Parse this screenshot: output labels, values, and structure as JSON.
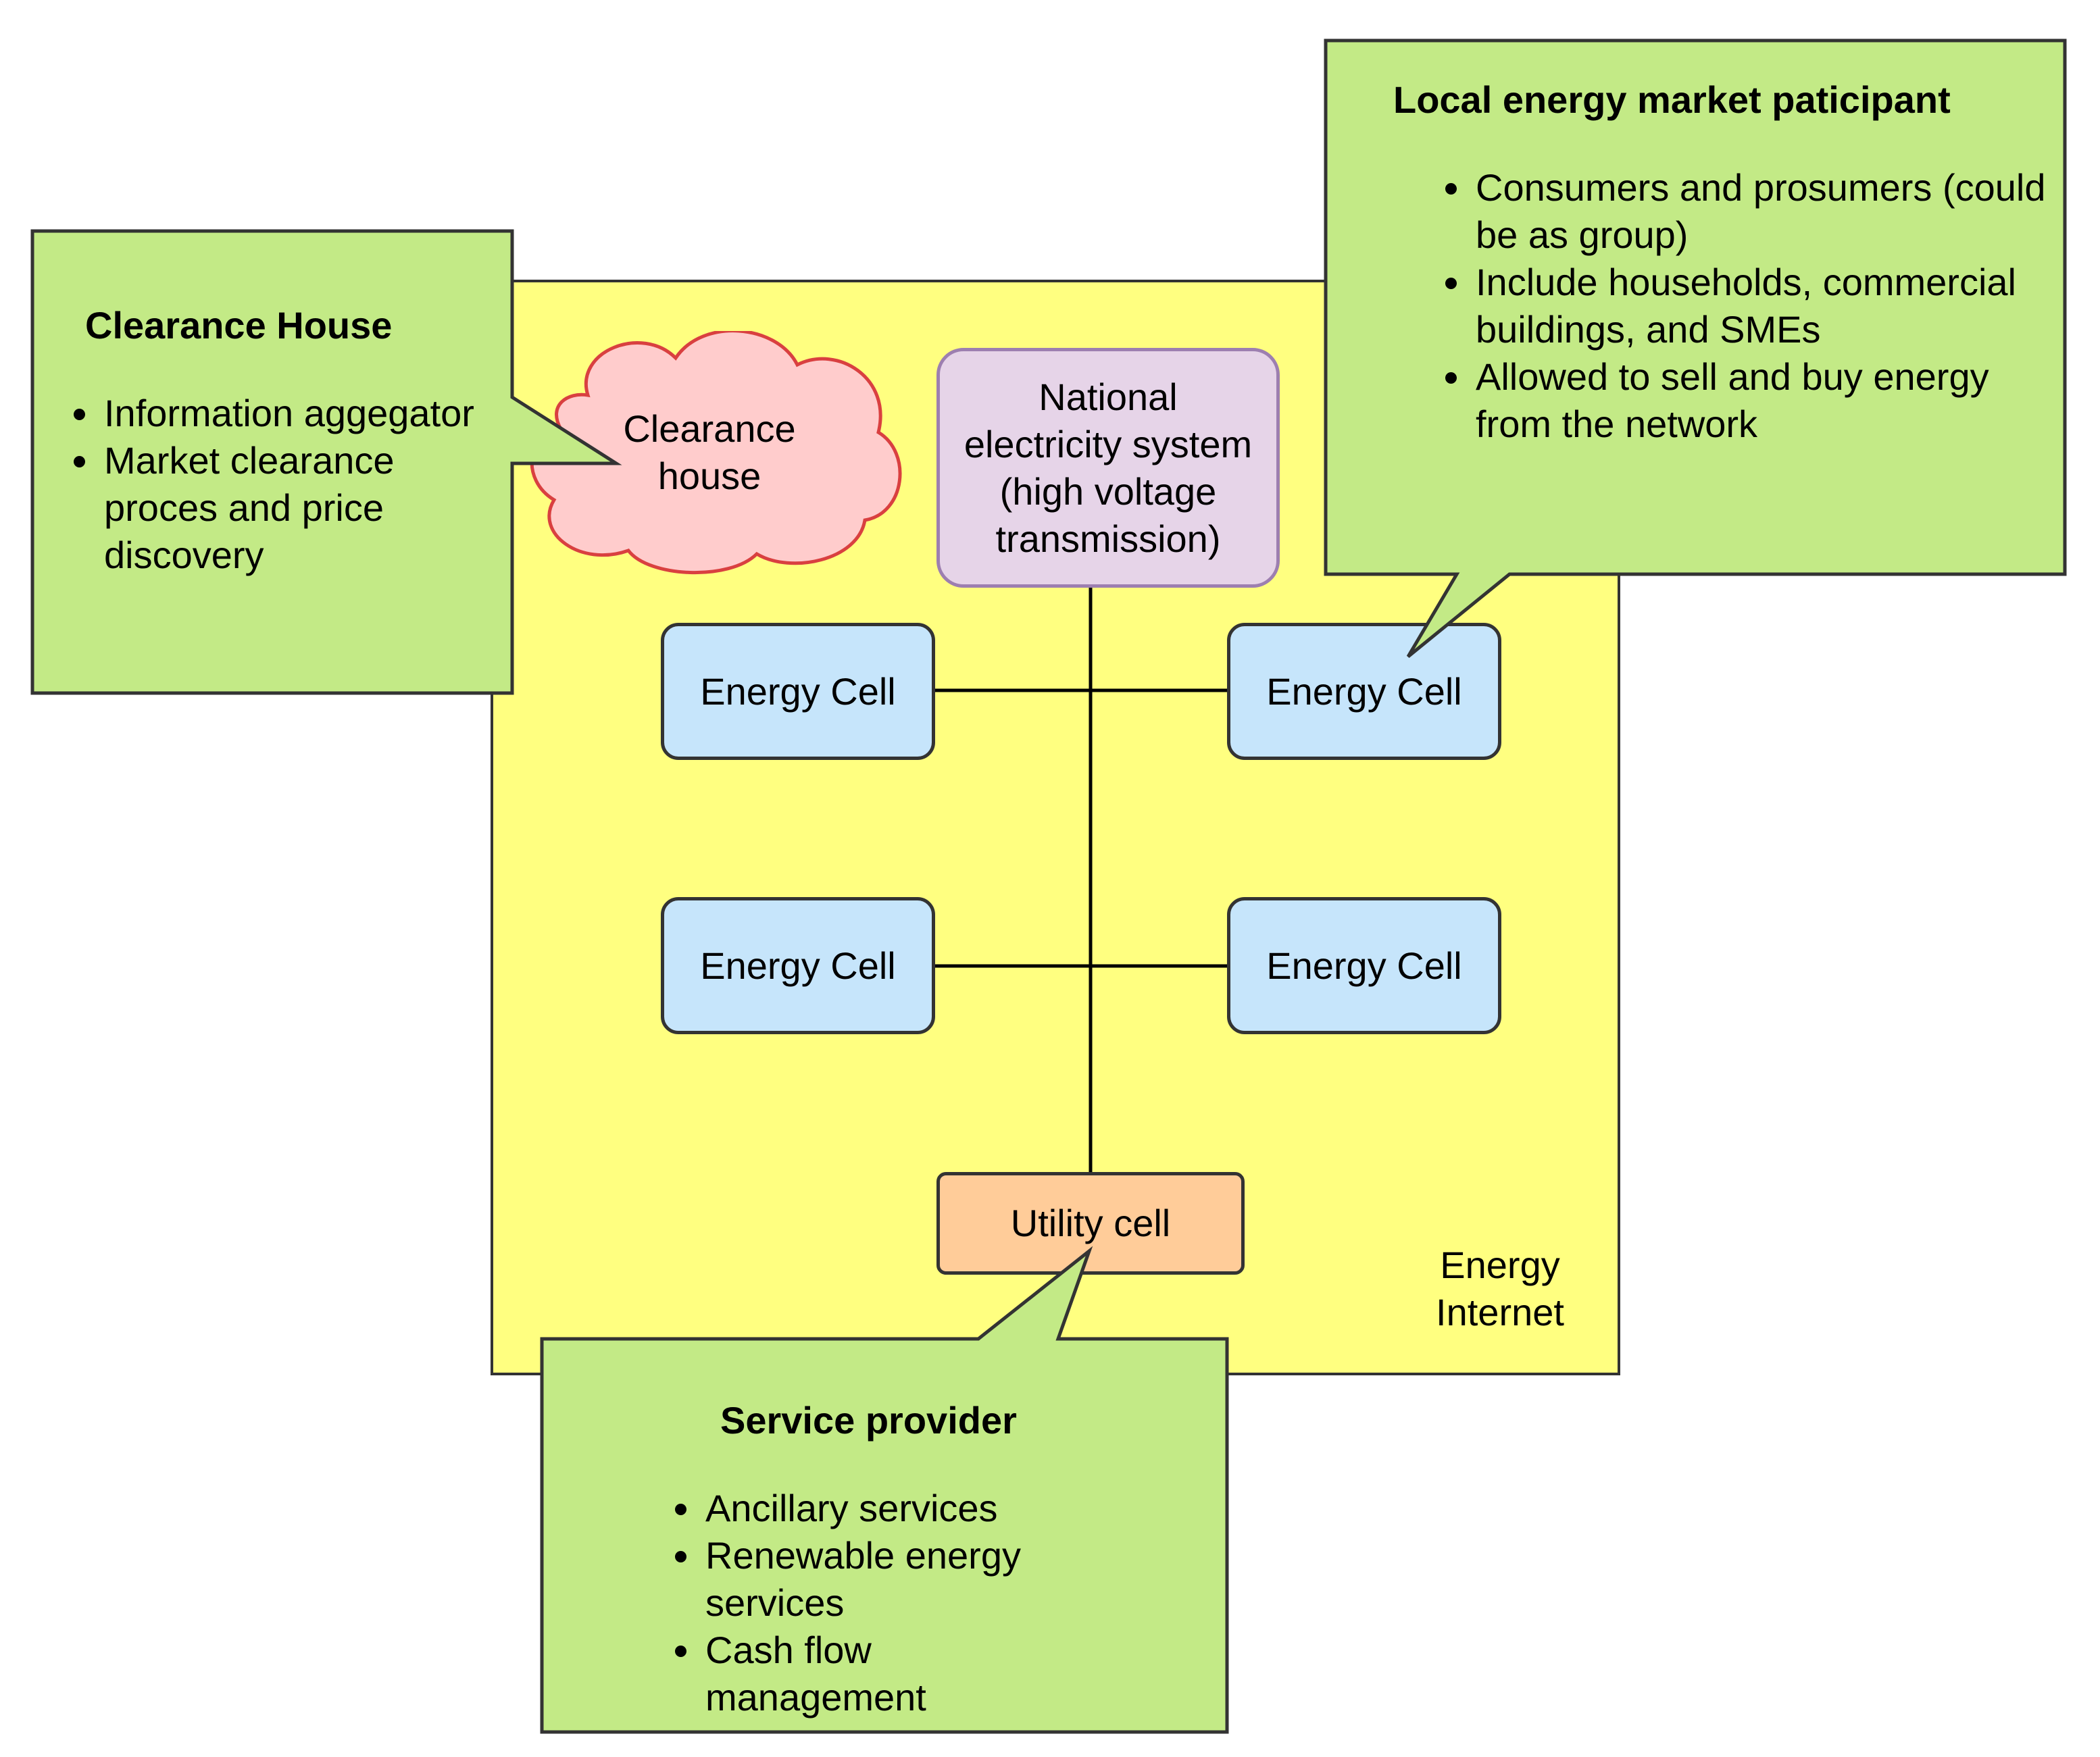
{
  "diagram": {
    "energy_internet": {
      "label": "Energy\nInternet"
    },
    "clearance_house_node": {
      "label": "Clearance\nhouse"
    },
    "national_system": {
      "label": "National\nelectricity system\n(high voltage\ntransmission)"
    },
    "energy_cells": [
      {
        "label": "Energy Cell"
      },
      {
        "label": "Energy Cell"
      },
      {
        "label": "Energy Cell"
      },
      {
        "label": "Energy Cell"
      }
    ],
    "utility_cell": {
      "label": "Utility cell"
    },
    "callouts": {
      "clearance_house": {
        "title": "Clearance House",
        "items": [
          "Information aggegator",
          "Market clearance proces and price discovery"
        ]
      },
      "market_participant": {
        "title": "Local energy market paticipant",
        "items": [
          "Consumers and prosumers (could be as group)",
          "Include households, commercial buildings, and SMEs",
          "Allowed to sell and buy energy from the network"
        ]
      },
      "service_provider": {
        "title": "Service provider",
        "items": [
          "Ancillary services",
          "Renewable energy services",
          "Cash flow management"
        ]
      }
    },
    "colors": {
      "energy_internet_fill": "#ffff80",
      "callout_fill": "#c3ea86",
      "energy_cell_fill": "#c6e5fb",
      "national_system_fill": "#e6d4e8",
      "national_system_stroke": "#9d7fb0",
      "utility_cell_fill": "#ffcc99",
      "cloud_fill": "#ffcccc",
      "cloud_stroke": "#d94040"
    }
  }
}
